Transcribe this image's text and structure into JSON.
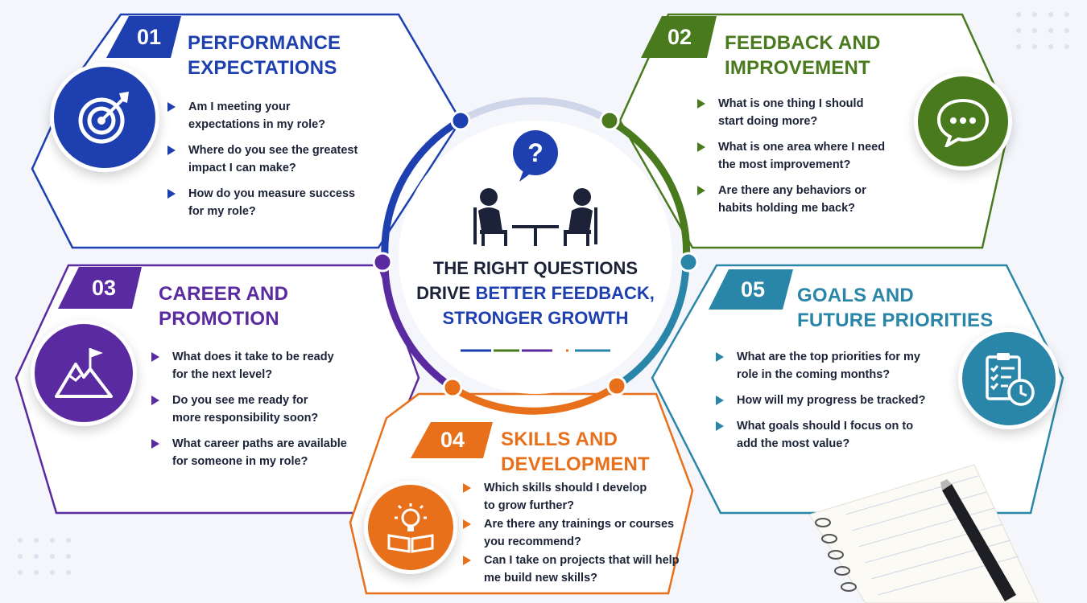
{
  "center": {
    "title_line1": "THE RIGHT QUESTIONS",
    "title_line2_dark": "DRIVE",
    "title_line2_blue": "BETTER FEEDBACK,",
    "title_line3": "STRONGER GROWTH",
    "question_mark": "?"
  },
  "sections": [
    {
      "number": "01",
      "title_line1": "PERFORMANCE",
      "title_line2": "EXPECTATIONS",
      "icon": "target-icon",
      "color": "#1d3fb0",
      "questions": [
        "Am I meeting your\nexpectations in my role?",
        "Where do you see the greatest\nimpact I can make?",
        "How do you measure success\nfor my role?"
      ]
    },
    {
      "number": "02",
      "title_line1": "FEEDBACK AND",
      "title_line2": "IMPROVEMENT",
      "icon": "chat-bubble-icon",
      "color": "#4a7a1e",
      "questions": [
        "What is one thing I should\nstart doing more?",
        "What is one area where I need\nthe most improvement?",
        "Are there any behaviors or\nhabits holding me back?"
      ]
    },
    {
      "number": "03",
      "title_line1": "CAREER AND",
      "title_line2": "PROMOTION",
      "icon": "mountain-flag-icon",
      "color": "#5a2aa0",
      "questions": [
        "What does it take to be ready\nfor the next level?",
        "Do you see me ready for\nmore responsibility soon?",
        "What career paths are available\nfor someone in my role?"
      ]
    },
    {
      "number": "04",
      "title_line1": "SKILLS AND",
      "title_line2": "DEVELOPMENT",
      "icon": "lightbulb-book-icon",
      "color": "#e8701a",
      "questions": [
        "Which skills should I develop\nto grow further?",
        "Are there any trainings or courses\nyou recommend?",
        "Can I take on projects that will help\nme build new skills?"
      ]
    },
    {
      "number": "05",
      "title_line1": "GOALS AND",
      "title_line2": "FUTURE PRIORITIES",
      "icon": "clipboard-clock-icon",
      "color": "#2a86a8",
      "questions": [
        "What are the top priorities for my\nrole in the coming months?",
        "How will my progress be tracked?",
        "What goals should I focus on to\nadd the most value?"
      ]
    }
  ]
}
